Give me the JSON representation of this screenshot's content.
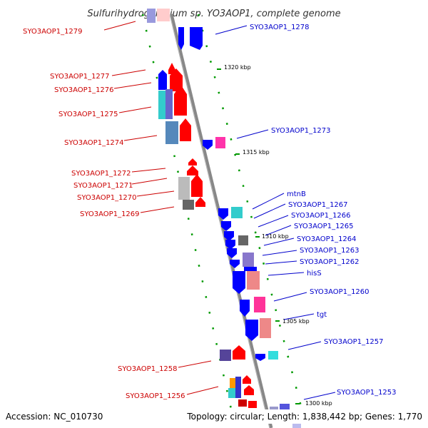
{
  "title": "Sulfurihydrogenibium sp. YO3AOP1, complete genome",
  "footer": {
    "accession": "Accession: NC_010730",
    "info": "Topology: circular; Length: 1,838,442 bp; Genes: 1,770"
  },
  "colors": {
    "backbone": "#888888",
    "left_label": "#cc0000",
    "right_label": "#0000cc",
    "tick": "#009900"
  },
  "ticks": [
    {
      "label": "1320 kbp"
    },
    {
      "label": "1315 kbp"
    },
    {
      "label": "1310 kbp"
    },
    {
      "label": "1305 kbp"
    },
    {
      "label": "1300 kbp"
    }
  ],
  "left_labels": [
    {
      "text": "SYO3AOP1_1279"
    },
    {
      "text": "SYO3AOP1_1277"
    },
    {
      "text": "SYO3AOP1_1276"
    },
    {
      "text": "SYO3AOP1_1275"
    },
    {
      "text": "SYO3AOP1_1274"
    },
    {
      "text": "SYO3AOP1_1272"
    },
    {
      "text": "SYO3AOP1_1271"
    },
    {
      "text": "SYO3AOP1_1270"
    },
    {
      "text": "SYO3AOP1_1269"
    },
    {
      "text": "SYO3AOP1_1258"
    },
    {
      "text": "SYO3AOP1_1256"
    }
  ],
  "right_labels": [
    {
      "text": "SYO3AOP1_1278"
    },
    {
      "text": "SYO3AOP1_1273"
    },
    {
      "text": "mtnB"
    },
    {
      "text": "SYO3AOP1_1267"
    },
    {
      "text": "SYO3AOP1_1266"
    },
    {
      "text": "SYO3AOP1_1265"
    },
    {
      "text": "SYO3AOP1_1264"
    },
    {
      "text": "SYO3AOP1_1263"
    },
    {
      "text": "SYO3AOP1_1262"
    },
    {
      "text": "hisS"
    },
    {
      "text": "SYO3AOP1_1260"
    },
    {
      "text": "tgt"
    },
    {
      "text": "SYO3AOP1_1257"
    },
    {
      "text": "SYO3AOP1_1253"
    }
  ]
}
